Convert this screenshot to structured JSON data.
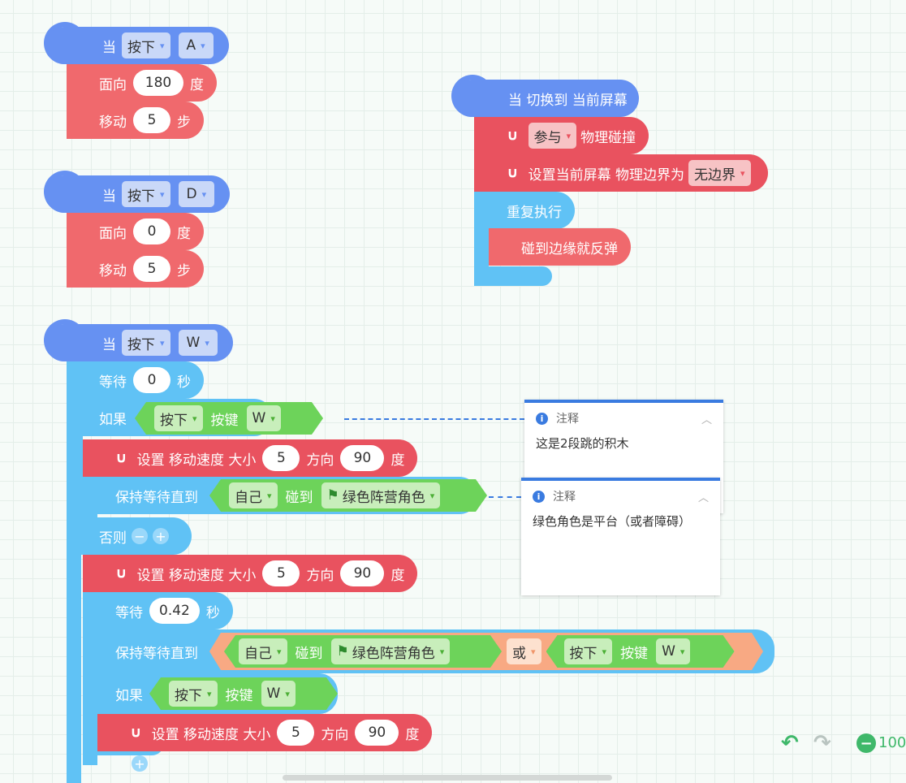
{
  "labels": {
    "when": "当",
    "face": "面向",
    "degree": "度",
    "move": "移动",
    "step": "步",
    "wait": "等待",
    "seconds": "秒",
    "if": "如果",
    "else": "否则",
    "key": "按键",
    "touch": "碰到",
    "or": "或",
    "repeat_wait": "保持等待直到",
    "set_velocity": "设置 移动速度 大小",
    "direction": "方向",
    "switch_to": "当 切换到 当前屏幕",
    "physics_collide": "物理碰撞",
    "set_border": "设置当前屏幕 物理边界为",
    "forever": "重复执行",
    "bounce": "碰到边缘就反弹"
  },
  "dropdowns": {
    "press": "按下",
    "key_a": "A",
    "key_d": "D",
    "key_w": "W",
    "participate": "参与",
    "no_border": "无边界",
    "self": "自己",
    "green_role": "绿色阵营角色",
    "or": "或"
  },
  "values": {
    "a_face": "180",
    "a_move": "5",
    "d_face": "0",
    "d_move": "5",
    "w_wait": "0",
    "vel1_size": "5",
    "vel1_dir": "90",
    "vel2_size": "5",
    "vel2_dir": "90",
    "wait2": "0.42",
    "vel3_size": "5",
    "vel3_dir": "90"
  },
  "notes": [
    {
      "title": "注释",
      "text": "这是2段跳的积木"
    },
    {
      "title": "注释",
      "text": "绿色角色是平台（或者障碍）"
    }
  ],
  "zoom": "100",
  "icons": {
    "keyboard": "keyboard-icon",
    "screen": "screen-icon",
    "magnet": "magnet-icon",
    "flag": "flag-icon",
    "undo": "undo-icon",
    "redo": "redo-icon",
    "zoom_out": "zoom-out-icon",
    "info": "info-icon"
  },
  "colors": {
    "event": "#6691f2",
    "physics": "#e9525f",
    "motion": "#f0696d",
    "control": "#60c2f5",
    "sensing": "#6dd35a",
    "operator": "#f8a983"
  }
}
